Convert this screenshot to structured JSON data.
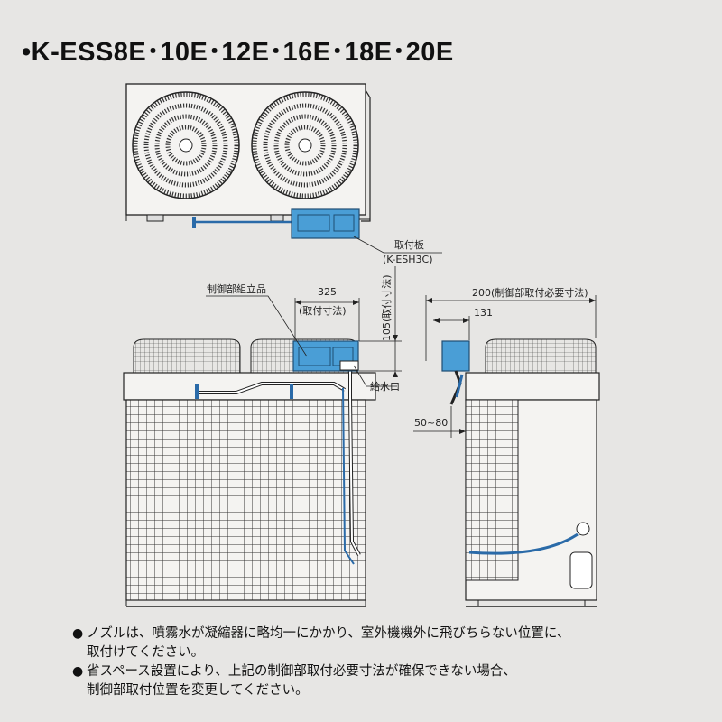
{
  "title": "•K-ESS8E･10E･12E･16E･18E･20E",
  "labels": {
    "mounting_plate": "取付板",
    "mounting_plate_model": "(K-ESH3C)",
    "control_assembly": "制御部組立品",
    "dim_325": "325",
    "dim_325_note": "(取付寸法)",
    "dim_105": "105(取付寸法)",
    "water_inlet": "給水口",
    "dim_200": "200(制御部取付必要寸法)",
    "dim_131": "131",
    "dim_50_80": "50~80"
  },
  "notes": [
    {
      "bullet": "●",
      "text": "ノズルは、噴霧水が凝縮器に略均一にかかり、室外機機外に飛びちらない位置に、\n取付けてください。"
    },
    {
      "bullet": "●",
      "text": "省スペース設置により、上記の制御部取付必要寸法が確保できない場合、\n制御部取付位置を変更してください。"
    }
  ],
  "colors": {
    "background": "#e7e6e4",
    "accent_blue": "#4a9ed6",
    "outline": "#222222",
    "pipe": "#2a6aa8"
  }
}
